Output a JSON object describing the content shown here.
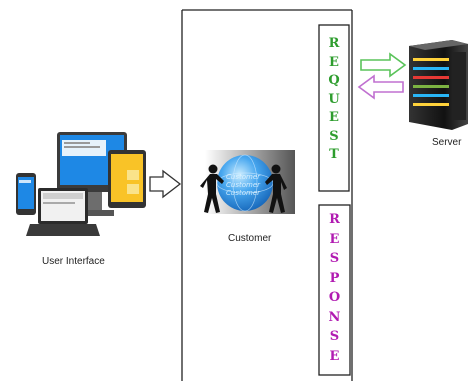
{
  "labels": {
    "user_interface": "User Interface",
    "customer": "Customer",
    "server": "Server",
    "customer_globe_text": "Customer"
  },
  "request_letters": [
    "R",
    "E",
    "Q",
    "U",
    "E",
    "S",
    "T"
  ],
  "response_letters": [
    "R",
    "E",
    "S",
    "P",
    "O",
    "N",
    "S",
    "E"
  ],
  "colors": {
    "request_text": "#2e9d2e",
    "response_text": "#b11ab1",
    "request_arrow": "#5ac35a",
    "response_arrow": "#c070d0",
    "globe": "#2e8fd9",
    "box_border": "#222222"
  }
}
